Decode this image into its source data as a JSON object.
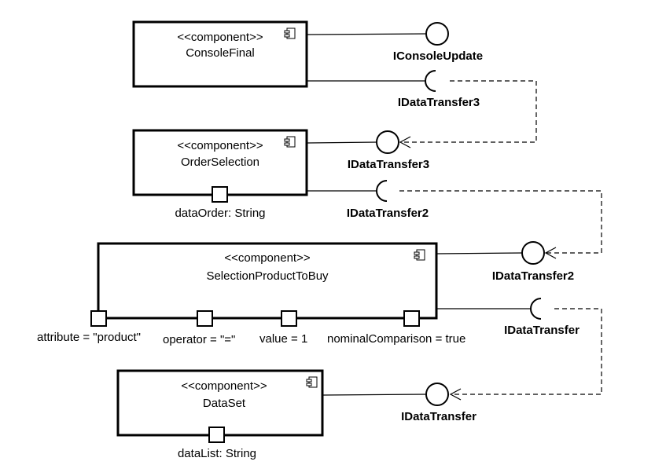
{
  "diagram": {
    "components": [
      {
        "stereotype": "<<component>>",
        "name": "ConsoleFinal",
        "ports": []
      },
      {
        "stereotype": "<<component>>",
        "name": "OrderSelection",
        "ports": [
          "dataOrder: String"
        ]
      },
      {
        "stereotype": "<<component>>",
        "name": "SelectionProductToBuy",
        "ports": [
          "attribute = \"product\"",
          "operator = \"=\"",
          "value = 1",
          "nominalComparison = true"
        ]
      },
      {
        "stereotype": "<<component>>",
        "name": "DataSet",
        "ports": [
          "dataList: String"
        ]
      }
    ],
    "interfaces": [
      {
        "name": "IConsoleUpdate",
        "kind": "provided"
      },
      {
        "name": "IDataTransfer3",
        "kind": "required"
      },
      {
        "name": "IDataTransfer3",
        "kind": "provided"
      },
      {
        "name": "IDataTransfer2",
        "kind": "required"
      },
      {
        "name": "IDataTransfer2",
        "kind": "provided"
      },
      {
        "name": "IDataTransfer",
        "kind": "required"
      },
      {
        "name": "IDataTransfer",
        "kind": "provided"
      }
    ]
  }
}
